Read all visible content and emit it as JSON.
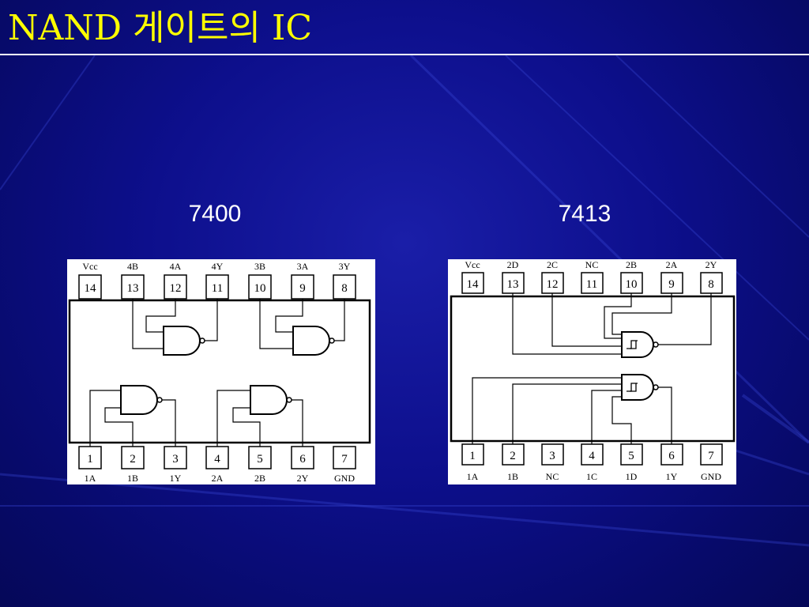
{
  "slide": {
    "title": "NAND 게이트의 IC"
  },
  "chips": [
    {
      "caption": "7400",
      "top_pins": [
        {
          "num": "14",
          "label": "Vcc"
        },
        {
          "num": "13",
          "label": "4B"
        },
        {
          "num": "12",
          "label": "4A"
        },
        {
          "num": "11",
          "label": "4Y"
        },
        {
          "num": "10",
          "label": "3B"
        },
        {
          "num": "9",
          "label": "3A"
        },
        {
          "num": "8",
          "label": "3Y"
        }
      ],
      "bottom_pins": [
        {
          "num": "1",
          "label": "1A"
        },
        {
          "num": "2",
          "label": "1B"
        },
        {
          "num": "3",
          "label": "1Y"
        },
        {
          "num": "4",
          "label": "2A"
        },
        {
          "num": "5",
          "label": "2B"
        },
        {
          "num": "6",
          "label": "2Y"
        },
        {
          "num": "7",
          "label": "GND"
        }
      ]
    },
    {
      "caption": "7413",
      "top_pins": [
        {
          "num": "14",
          "label": "Vcc"
        },
        {
          "num": "13",
          "label": "2D"
        },
        {
          "num": "12",
          "label": "2C"
        },
        {
          "num": "11",
          "label": "NC"
        },
        {
          "num": "10",
          "label": "2B"
        },
        {
          "num": "9",
          "label": "2A"
        },
        {
          "num": "8",
          "label": "2Y"
        }
      ],
      "bottom_pins": [
        {
          "num": "1",
          "label": "1A"
        },
        {
          "num": "2",
          "label": "1B"
        },
        {
          "num": "3",
          "label": "NC"
        },
        {
          "num": "4",
          "label": "1C"
        },
        {
          "num": "5",
          "label": "1D"
        },
        {
          "num": "6",
          "label": "1Y"
        },
        {
          "num": "7",
          "label": "GND"
        }
      ]
    }
  ]
}
